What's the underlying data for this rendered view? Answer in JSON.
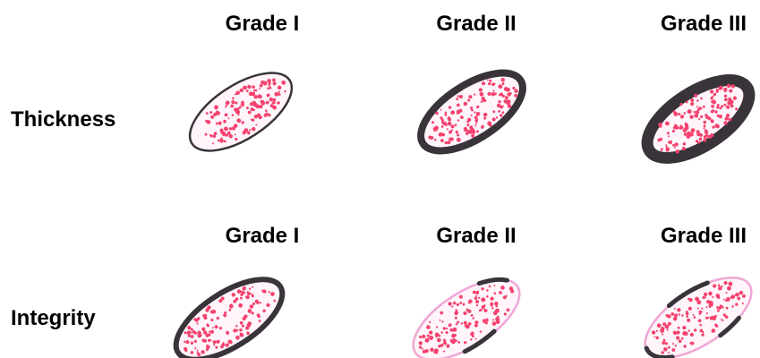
{
  "rows": [
    {
      "label": "Thickness",
      "grades": [
        "Grade I",
        "Grade II",
        "Grade III"
      ]
    },
    {
      "label": "Integrity",
      "grades": [
        "Grade I",
        "Grade II",
        "Grade III"
      ]
    }
  ],
  "colors": {
    "membrane_dark": "#39333a",
    "membrane_light": "#f0a6d6",
    "cell_fill": "#fff5fa",
    "granule": "#f4426e",
    "text": "#000000"
  }
}
